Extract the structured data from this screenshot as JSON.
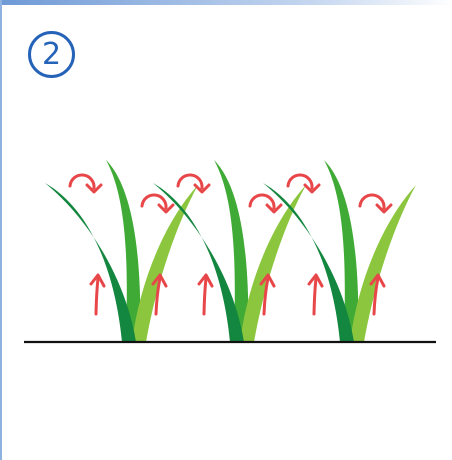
{
  "step": {
    "number": "2"
  },
  "colors": {
    "accent_blue": "#2563b8",
    "grass_dark": "#13863f",
    "grass_mid": "#3faa35",
    "grass_light": "#8cc63f",
    "arrow_red": "#e8474a",
    "ground_line": "#111111"
  },
  "diagram": {
    "grass_clumps": 3,
    "arrows": {
      "upward_per_clump": 2,
      "curling_per_clump": 2
    }
  }
}
